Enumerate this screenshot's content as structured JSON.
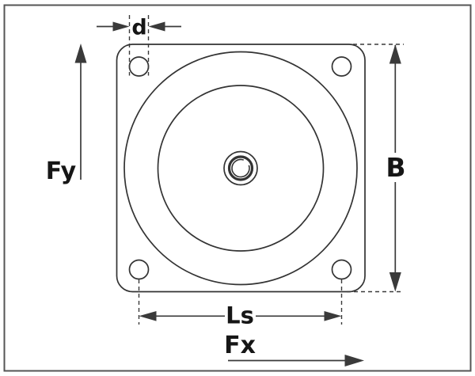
{
  "diagram": {
    "kind": "technical-drawing-top-view-mount-plate",
    "labels": {
      "hole_diameter": "d",
      "force_y": "Fy",
      "plate_width": "B",
      "hole_spacing": "Ls",
      "force_x": "Fx"
    },
    "colors": {
      "background": "#ffffff",
      "outline": "#333333",
      "dimension": "#3a3a3a",
      "label": "#161616",
      "frame": "#555555"
    }
  }
}
